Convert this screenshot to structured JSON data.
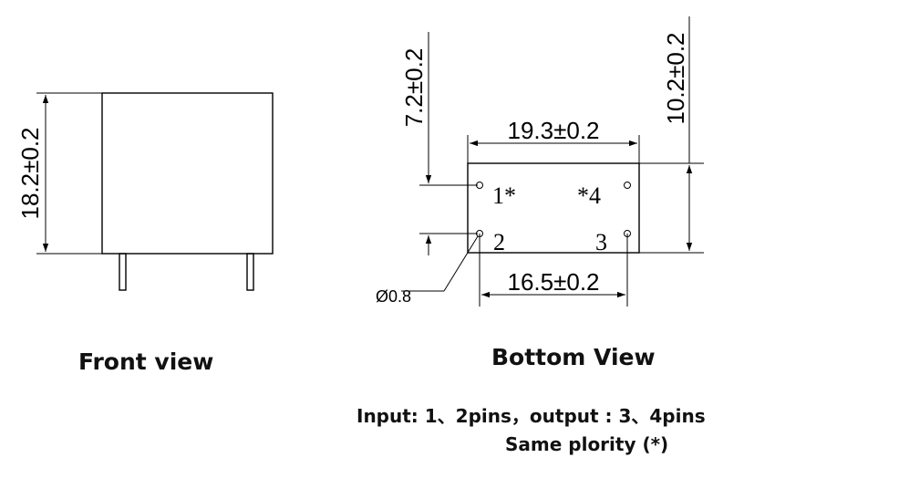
{
  "front_view": {
    "height_dim": "18.2±0.2",
    "caption": "Front view"
  },
  "bottom_view": {
    "caption": "Bottom View",
    "width_dim": "19.3±0.2",
    "pin_span_dim": "16.5±0.2",
    "pin_row_dim": "7.2±0.2",
    "depth_dim": "10.2±0.2",
    "pin_diameter": "Ø0.8",
    "pins": {
      "pin1": "1",
      "pin2": "2",
      "pin3": "3",
      "pin4": "4",
      "marker": "*"
    }
  },
  "notes": {
    "line1": "Input: 1、2pins，output : 3、4pins",
    "line2": "Same plority (*)"
  }
}
